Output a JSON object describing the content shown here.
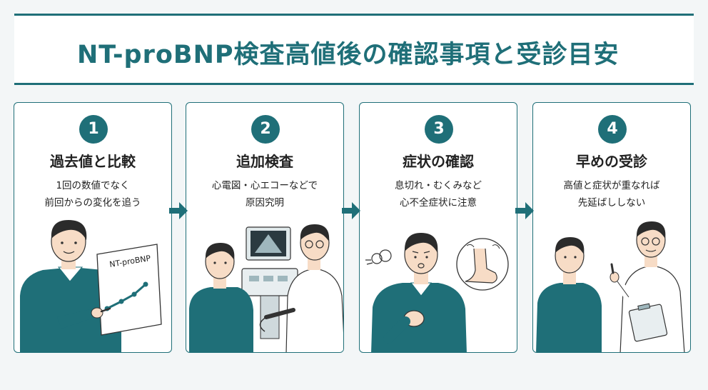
{
  "title": "NT-proBNP検査高値後の確認事項と受診目安",
  "steps": [
    {
      "number": "1",
      "title": "過去値と比較",
      "desc": [
        "1回の数値でなく",
        "前回からの変化を追う"
      ],
      "chart_label": "NT-proBNP"
    },
    {
      "number": "2",
      "title": "追加検査",
      "desc": [
        "心電図・心エコーなどで",
        "原因究明"
      ]
    },
    {
      "number": "3",
      "title": "症状の確認",
      "desc": [
        "息切れ・むくみなど",
        "心不全症状に注意"
      ]
    },
    {
      "number": "4",
      "title": "早めの受診",
      "desc": [
        "高値と症状が重なれば",
        "先延ばししない"
      ]
    }
  ],
  "colors": {
    "accent": "#1f6f78",
    "skin": "#f7dcc6",
    "hair": "#2b2b2b",
    "background": "#f3f6f7"
  },
  "icons": [
    "right-arrow-icon",
    "trend-chart-icon",
    "ultrasound-monitor-icon",
    "foot-swelling-icon",
    "breath-puff-icon",
    "clipboard-icon"
  ]
}
